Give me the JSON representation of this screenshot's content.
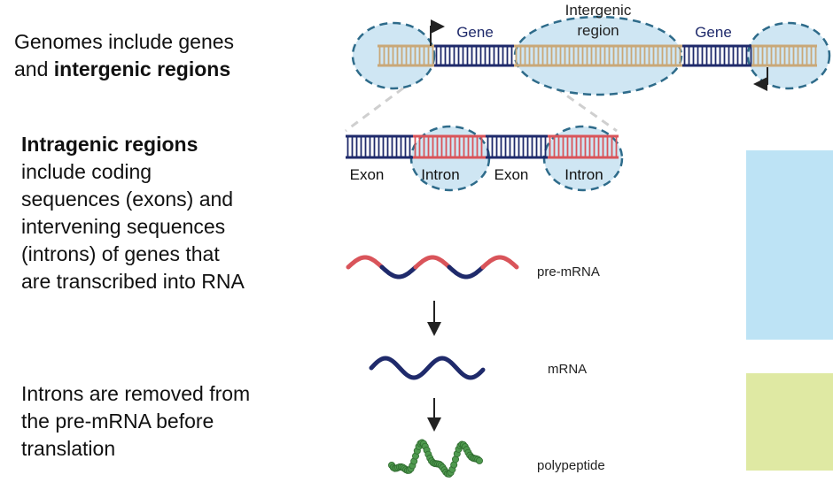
{
  "left_text": {
    "intro_line1": "Genomes include genes",
    "intro_line2_plain": "and ",
    "intro_line2_bold": "intergenic regions",
    "intragenic_heading": "Intragenic regions",
    "intragenic_lines": [
      "include coding",
      "sequences (exons) and",
      "intervening sequences",
      "(introns) of genes that",
      "are transcribed into RNA"
    ],
    "introns_lines": [
      "Introns are removed from",
      "the pre-mRNA before",
      "translation"
    ]
  },
  "diagram": {
    "genome_labels": {
      "gene_left": "Gene",
      "intergenic_line1": "Intergenic",
      "intergenic_line2": "region",
      "gene_right": "Gene"
    },
    "gene_labels": {
      "exon_1": "Exon",
      "intron_1": "Intron",
      "exon_2": "Exon",
      "intron_2": "Intron"
    },
    "molecule_labels": {
      "pre_mrna": "pre-mRNA",
      "mrna": "mRNA",
      "polypeptide": "polypeptide"
    }
  },
  "colors": {
    "exon_blue": "#1f2a6b",
    "intergenic_tan": "#c9a878",
    "intron_red": "#d9545a",
    "highlight_fill": "#cfe6f3",
    "highlight_stroke": "#2e6b8a",
    "side_blue": "#bde3f5",
    "side_green": "#dfe9a3",
    "polypeptide_green": "#4f9a4f"
  }
}
